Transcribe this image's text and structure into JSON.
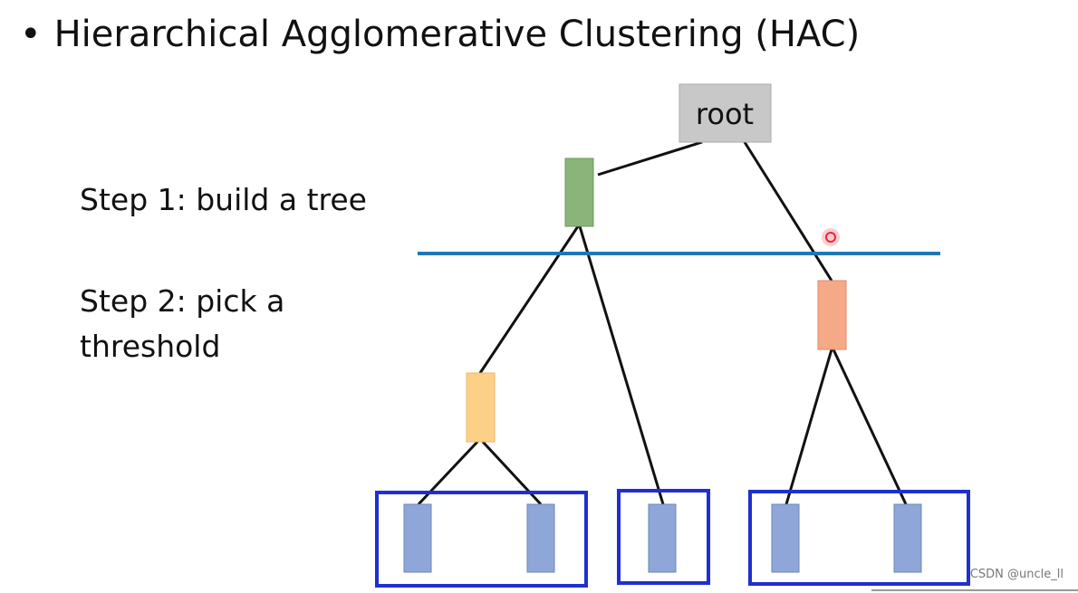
{
  "title": "Hierarchical Agglomerative Clustering (HAC)",
  "bullet": "•",
  "steps": {
    "step1": "Step 1: build a tree",
    "step2_line1": "Step 2: pick a",
    "step2_line2": "threshold"
  },
  "tree": {
    "root_label": "root",
    "colors": {
      "root": "#c8c8c8",
      "green": "#8bb47a",
      "orange": "#f5a987",
      "yellow": "#fdd088",
      "leaf": "#8fa7d8",
      "threshold": "#1f78b4",
      "cluster_box": "#1f2fd0",
      "marker": "#e8283c"
    }
  },
  "watermark": "CSDN @uncle_ll"
}
